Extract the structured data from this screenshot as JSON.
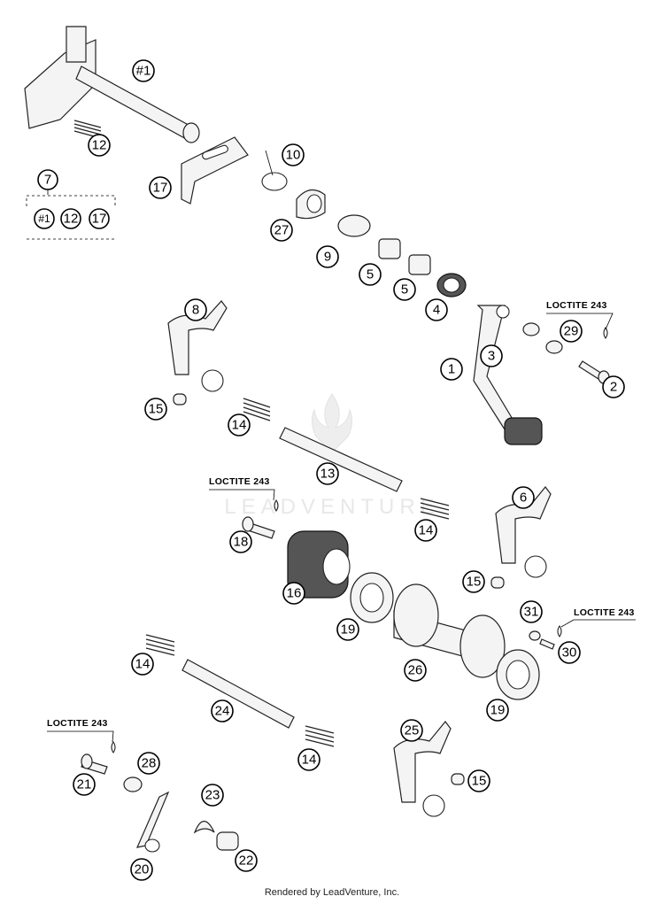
{
  "watermark": "LEADVENTURE",
  "footer": "Rendered by LeadVenture, Inc.",
  "loctite_label": "LOCTITE 243",
  "group_callout": {
    "number": "7",
    "members": [
      "#1",
      "12",
      "17"
    ]
  },
  "callouts": [
    "#1",
    "12",
    "17",
    "10",
    "27",
    "9",
    "5",
    "5",
    "4",
    "8",
    "1",
    "3",
    "29",
    "2",
    "15",
    "14",
    "13",
    "18",
    "6",
    "16",
    "14",
    "15",
    "19",
    "31",
    "30",
    "26",
    "14",
    "24",
    "19",
    "25",
    "28",
    "21",
    "14",
    "15",
    "23",
    "20",
    "22"
  ]
}
